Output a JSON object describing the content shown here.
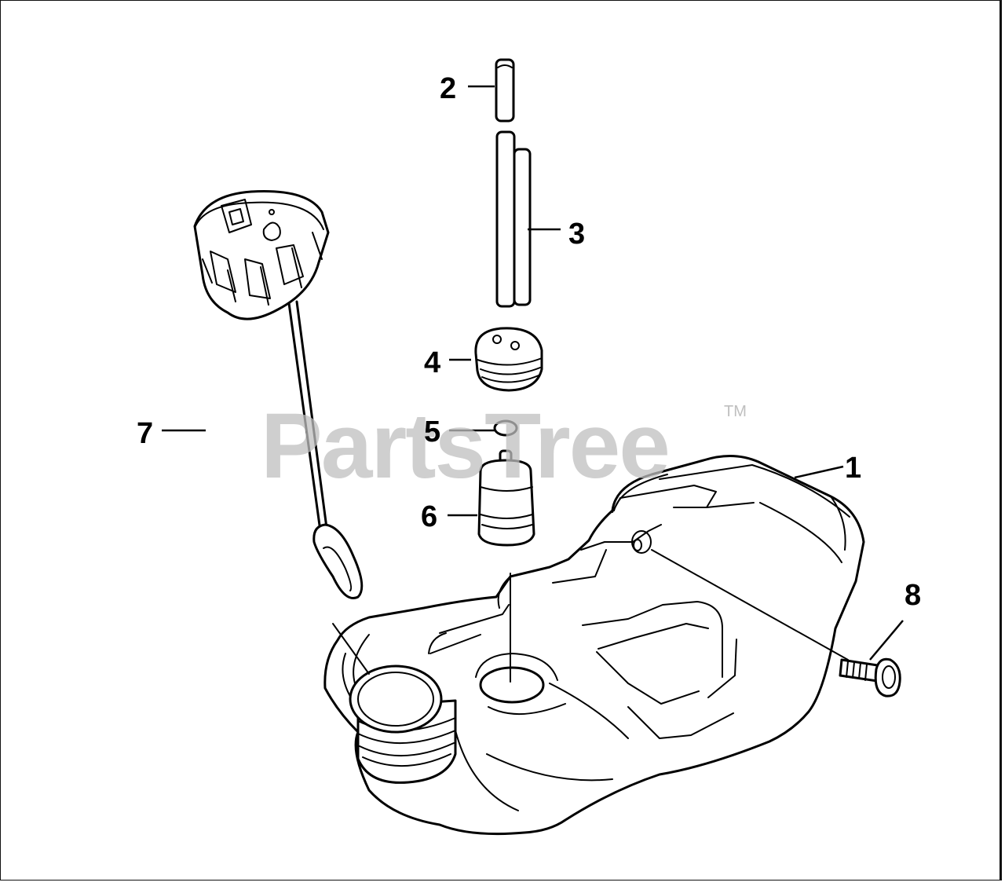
{
  "diagram": {
    "callouts": [
      {
        "id": "1",
        "label": "1"
      },
      {
        "id": "2",
        "label": "2"
      },
      {
        "id": "3",
        "label": "3"
      },
      {
        "id": "4",
        "label": "4"
      },
      {
        "id": "5",
        "label": "5"
      },
      {
        "id": "6",
        "label": "6"
      },
      {
        "id": "7",
        "label": "7"
      },
      {
        "id": "8",
        "label": "8"
      }
    ],
    "watermark": {
      "text": "PartsTree",
      "trademark": "TM"
    },
    "colors": {
      "line": "#000000",
      "background": "#ffffff",
      "watermark": "#bfbfbf"
    }
  }
}
